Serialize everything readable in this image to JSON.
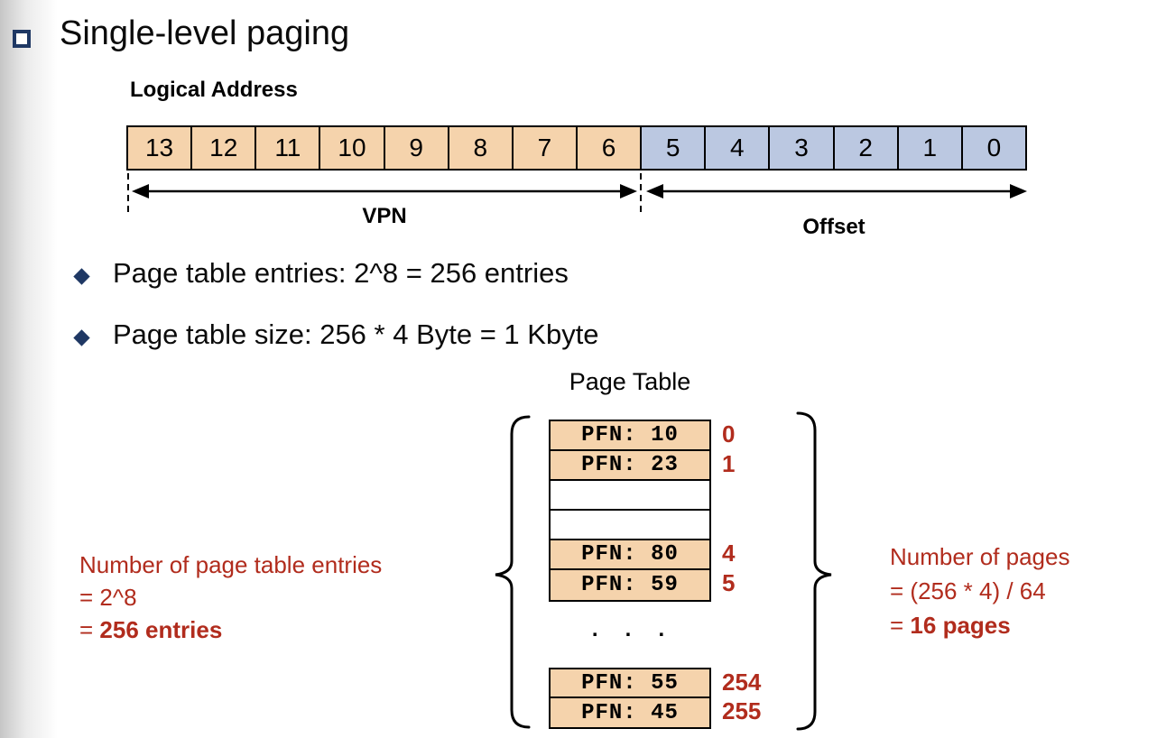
{
  "slide": {
    "title": "Single-level paging",
    "logical_address": {
      "label": "Logical Address",
      "vpn_bits": [
        "13",
        "12",
        "11",
        "10",
        "9",
        "8",
        "7",
        "6"
      ],
      "offset_bits": [
        "5",
        "4",
        "3",
        "2",
        "1",
        "0"
      ],
      "vpn_label": "VPN",
      "offset_label": "Offset"
    },
    "bullets": [
      "Page table entries: 2^8 = 256 entries",
      "Page table size: 256 * 4 Byte = 1 Kbyte"
    ],
    "page_table": {
      "title": "Page Table",
      "top_rows": [
        {
          "text": "PFN: 10",
          "index": "0",
          "filled": true
        },
        {
          "text": "PFN: 23",
          "index": "1",
          "filled": true
        },
        {
          "text": "",
          "index": "",
          "filled": false
        },
        {
          "text": "",
          "index": "",
          "filled": false
        },
        {
          "text": "PFN: 80",
          "index": "4",
          "filled": true
        },
        {
          "text": "PFN: 59",
          "index": "5",
          "filled": true
        }
      ],
      "ellipsis": ". . .",
      "bottom_rows": [
        {
          "text": "PFN: 55",
          "index": "254",
          "filled": true
        },
        {
          "text": "PFN: 45",
          "index": "255",
          "filled": true
        }
      ]
    },
    "left_note": {
      "line1": "Number of page table entries",
      "line2": "= 2^8",
      "line3_prefix": "= ",
      "line3_bold": "256 entries"
    },
    "right_note": {
      "line1": "Number of pages",
      "line2": "= (256 * 4) / 64",
      "line3_prefix": "= ",
      "line3_bold": "16 pages"
    },
    "colors": {
      "vpn_cell": "#f5d3ac",
      "offset_cell": "#bbc8e1",
      "navy": "#1f3864",
      "red": "#b12c1d"
    }
  }
}
